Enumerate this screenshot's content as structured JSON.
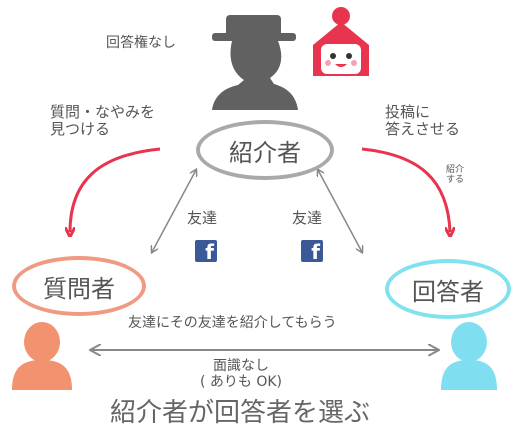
{
  "labels": {
    "no_answer_right": "回答権なし",
    "find_worries": "質問・なやみを\n見つける",
    "let_answer": "投稿に\n答えさせる",
    "introduce_small": "紹介\nする",
    "friend_left": "友達",
    "friend_right": "友達",
    "friend_intro": "友達にその友達を紹介してもらう",
    "no_acquaintance": "面識なし\n( ありも OK)",
    "caption": "紹介者が回答者を選ぶ"
  },
  "nodes": {
    "introducer": "紹介者",
    "questioner": "質問者",
    "answerer": "回答者"
  },
  "colors": {
    "red_arrow": "#e8344e",
    "gray_line": "#888888",
    "introducer_border": "#a9a9a9",
    "questioner_border": "#f09a83",
    "answerer_border": "#7fe2ee",
    "questioner_person": "#f2926f",
    "answerer_person": "#7fdff0",
    "introducer_person": "#616161",
    "facebook": "#3b5998"
  },
  "icons": {
    "introducer": "hat-person-silhouette-icon",
    "mascot": "red-house-mascot-icon",
    "questioner": "person-icon",
    "answerer": "person-icon",
    "facebook": "facebook-icon"
  }
}
